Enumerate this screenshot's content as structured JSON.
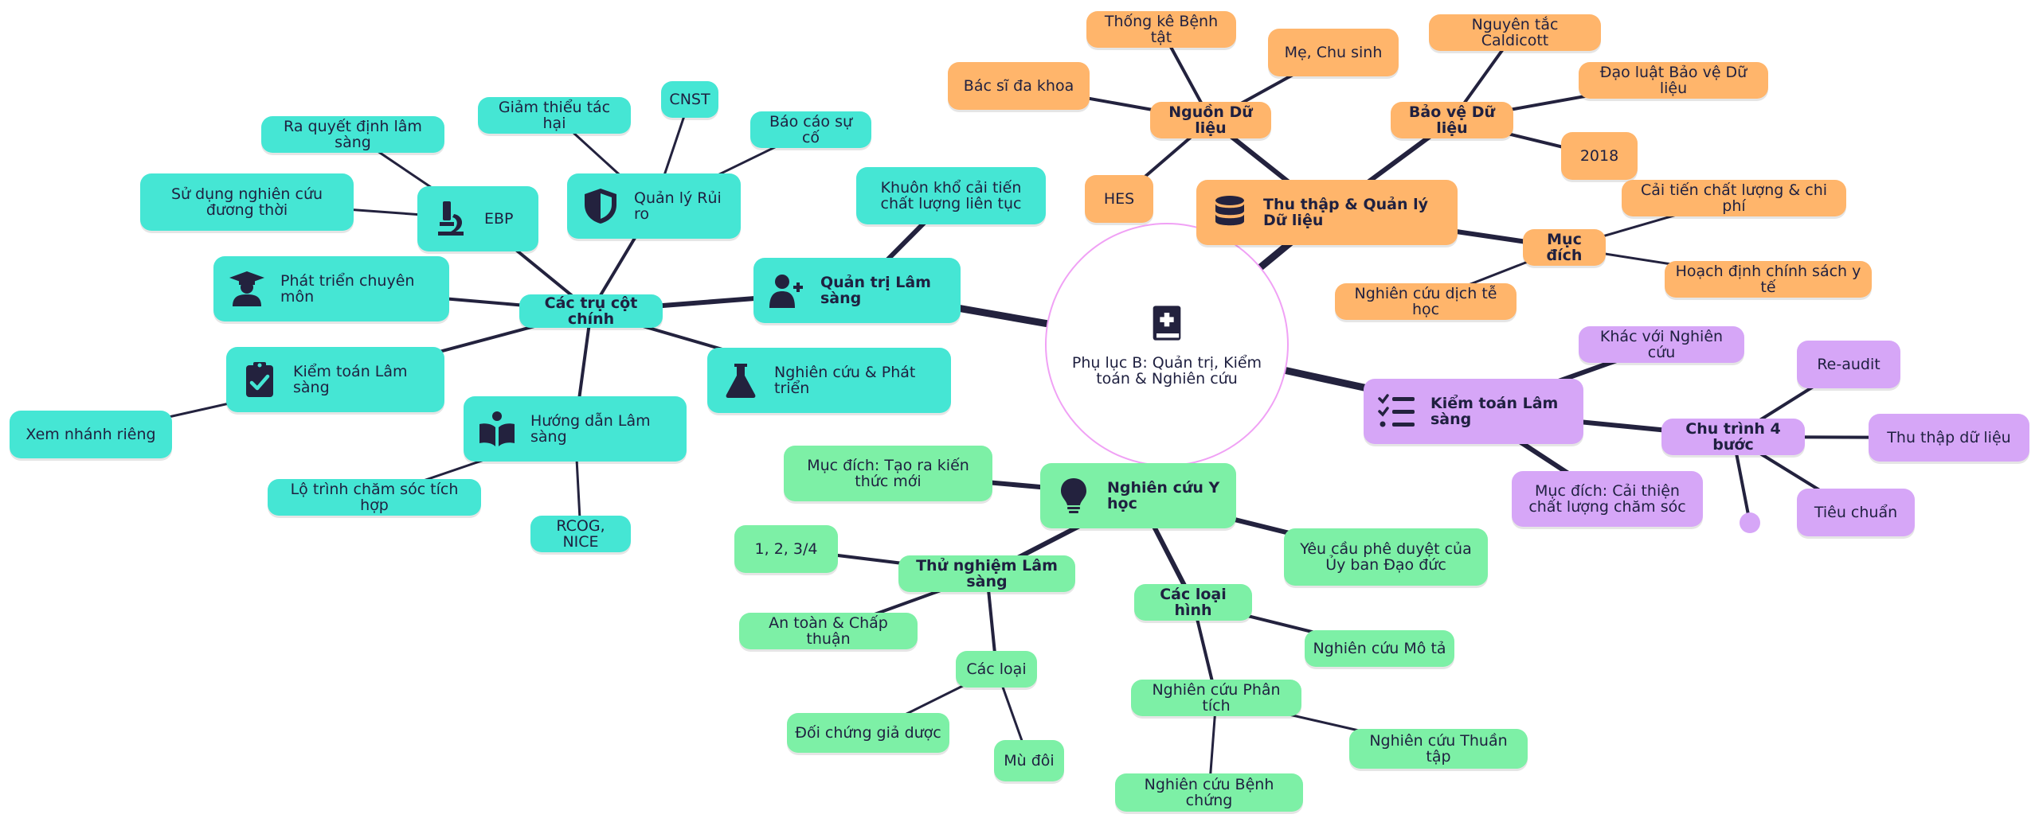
{
  "colors": {
    "teal": "#45e6d4",
    "orange": "#ffb56b",
    "purple": "#d6a6f7",
    "green": "#7df0a6",
    "line": "#23223e",
    "center_border": "#f0a1f5"
  },
  "center": {
    "label": "Phụ lục B: Quản trị, Kiểm toán & Nghiên cứu",
    "icon": "medical-book-icon"
  },
  "clinical_governance": {
    "label": "Quản trị Lâm sàng",
    "icon": "doctor-icon",
    "quality_framework": "Khuôn khổ cải tiến chất lượng liên tục",
    "research_development": {
      "label": "Nghiên cứu & Phát triển",
      "icon": "flask-icon"
    },
    "pillars": {
      "label": "Các trụ cột chính",
      "ebp": {
        "label": "EBP",
        "icon": "microscope-icon",
        "children": [
          "Ra quyết định lâm sàng",
          "Sử dụng nghiên cứu đương thời"
        ]
      },
      "risk": {
        "label": "Quản lý Rủi ro",
        "icon": "shield-icon",
        "children": [
          "Giảm thiểu tác hại",
          "CNST",
          "Báo cáo sự cố"
        ]
      },
      "professional_development": {
        "label": "Phát triển chuyên môn",
        "icon": "graduate-icon"
      },
      "clinical_audit": {
        "label": "Kiểm toán Lâm sàng",
        "icon": "clipboard-check-icon",
        "children": [
          "Xem nhánh riêng"
        ]
      },
      "guidelines": {
        "label": "Hướng dẫn Lâm sàng",
        "icon": "open-book-icon",
        "children": [
          "Lộ trình chăm sóc tích hợp",
          "RCOG, NICE"
        ]
      }
    }
  },
  "data_management": {
    "label": "Thu thập & Quản lý Dữ liệu",
    "icon": "database-icon",
    "sources": {
      "label": "Nguồn Dữ liệu",
      "children": [
        "Thống kê Bệnh tật",
        "Mẹ, Chu sinh",
        "Bác sĩ đa khoa",
        "HES"
      ]
    },
    "protection": {
      "label": "Bảo vệ Dữ liệu",
      "children": [
        "Nguyên tắc Caldicott",
        "Đạo luật Bảo vệ Dữ liệu",
        "2018"
      ]
    },
    "purpose": {
      "label": "Mục đích",
      "children": [
        "Cải tiến chất lượng & chi phí",
        "Hoạch định chính sách y tế",
        "Nghiên cứu dịch tễ học"
      ]
    }
  },
  "clinical_audit_branch": {
    "label": "Kiểm toán Lâm sàng",
    "icon": "checklist-icon",
    "differs": "Khác với Nghiên cứu",
    "purpose": "Mục đích: Cải thiện chất lượng chăm sóc",
    "cycle": {
      "label": "Chu trình 4 bước",
      "children": [
        "Re-audit",
        "Thu thập dữ liệu",
        "Tiêu chuẩn"
      ]
    }
  },
  "medical_research": {
    "label": "Nghiên cứu Y học",
    "icon": "lightbulb-icon",
    "purpose": "Mục đích: Tạo ra kiến thức mới",
    "ethics": "Yêu cầu phê duyệt của Ủy ban Đạo đức",
    "trials": {
      "label": "Thử nghiệm Lâm sàng",
      "phases": "1, 2, 3/4",
      "safety": "An toàn & Chấp thuận",
      "types": {
        "label": "Các loại",
        "children": [
          "Đối chứng giả dược",
          "Mù đôi"
        ]
      }
    },
    "study_types": {
      "label": "Các loại hình",
      "descriptive": "Nghiên cứu Mô tả",
      "analytical": {
        "label": "Nghiên cứu Phân tích",
        "children": [
          "Nghiên cứu Thuần tập",
          "Nghiên cứu Bệnh chứng"
        ]
      }
    }
  }
}
